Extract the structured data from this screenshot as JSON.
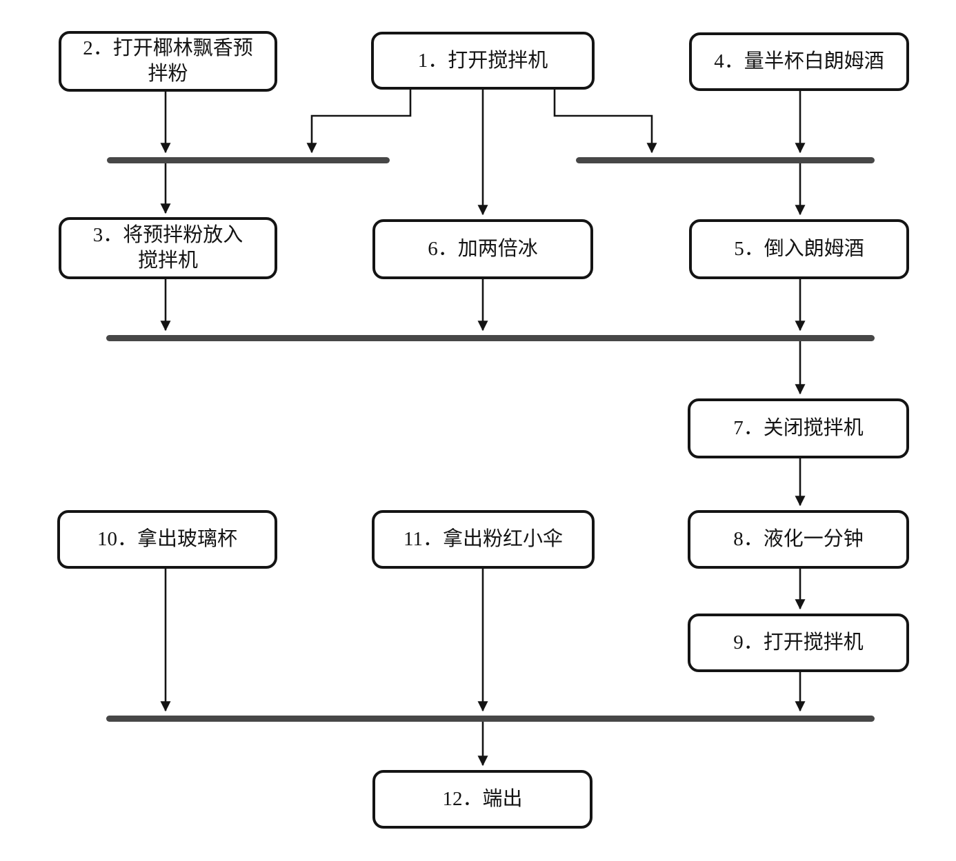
{
  "diagram": {
    "type": "flowchart-activity-diagram",
    "background": "#ffffff",
    "node_style": {
      "fill": "#ffffff",
      "border_color": "#141414",
      "text_color": "#141414"
    },
    "sync_bar_color": "#474747",
    "nodes": [
      {
        "id": "1",
        "label": "1．打开搅拌机"
      },
      {
        "id": "2",
        "label": "2．打开椰林飘香预\n拌粉"
      },
      {
        "id": "3",
        "label": "3．将预拌粉放入\n搅拌机"
      },
      {
        "id": "4",
        "label": "4．量半杯白朗姆酒"
      },
      {
        "id": "5",
        "label": "5．倒入朗姆酒"
      },
      {
        "id": "6",
        "label": "6．加两倍冰"
      },
      {
        "id": "7",
        "label": "7．关闭搅拌机"
      },
      {
        "id": "8",
        "label": "8．液化一分钟"
      },
      {
        "id": "9",
        "label": "9．打开搅拌机"
      },
      {
        "id": "10",
        "label": "10．拿出玻璃杯"
      },
      {
        "id": "11",
        "label": "11．拿出粉红小伞"
      },
      {
        "id": "12",
        "label": "12．端出"
      }
    ],
    "sync_bars": [
      {
        "id": "fork-left"
      },
      {
        "id": "fork-right"
      },
      {
        "id": "join-middle"
      },
      {
        "id": "join-bottom"
      }
    ],
    "edges": [
      {
        "from": "2",
        "to": "fork-left"
      },
      {
        "from": "1",
        "to": "fork-left"
      },
      {
        "from": "1",
        "to": "6"
      },
      {
        "from": "1",
        "to": "fork-right"
      },
      {
        "from": "4",
        "to": "fork-right"
      },
      {
        "from": "fork-left",
        "to": "3"
      },
      {
        "from": "fork-right",
        "to": "5"
      },
      {
        "from": "3",
        "to": "join-middle"
      },
      {
        "from": "6",
        "to": "join-middle"
      },
      {
        "from": "5",
        "to": "join-middle"
      },
      {
        "from": "join-middle",
        "to": "7"
      },
      {
        "from": "7",
        "to": "8"
      },
      {
        "from": "8",
        "to": "9"
      },
      {
        "from": "9",
        "to": "join-bottom"
      },
      {
        "from": "10",
        "to": "join-bottom"
      },
      {
        "from": "11",
        "to": "join-bottom"
      },
      {
        "from": "join-bottom",
        "to": "12"
      }
    ]
  }
}
